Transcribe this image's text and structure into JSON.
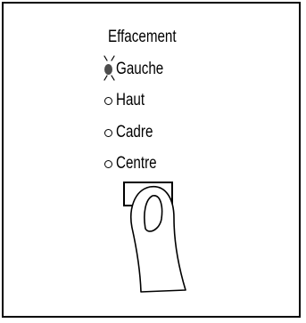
{
  "panel": {
    "title": "Effacement",
    "options": [
      {
        "label": "Gauche",
        "selected": true
      },
      {
        "label": "Haut",
        "selected": false
      },
      {
        "label": "Cadre",
        "selected": false
      },
      {
        "label": "Centre",
        "selected": false
      }
    ]
  },
  "icons": {
    "active_led": "led-lit-icon",
    "inactive_led": "led-off-icon",
    "key": "selection-key-icon",
    "hand": "pointing-finger-icon"
  }
}
